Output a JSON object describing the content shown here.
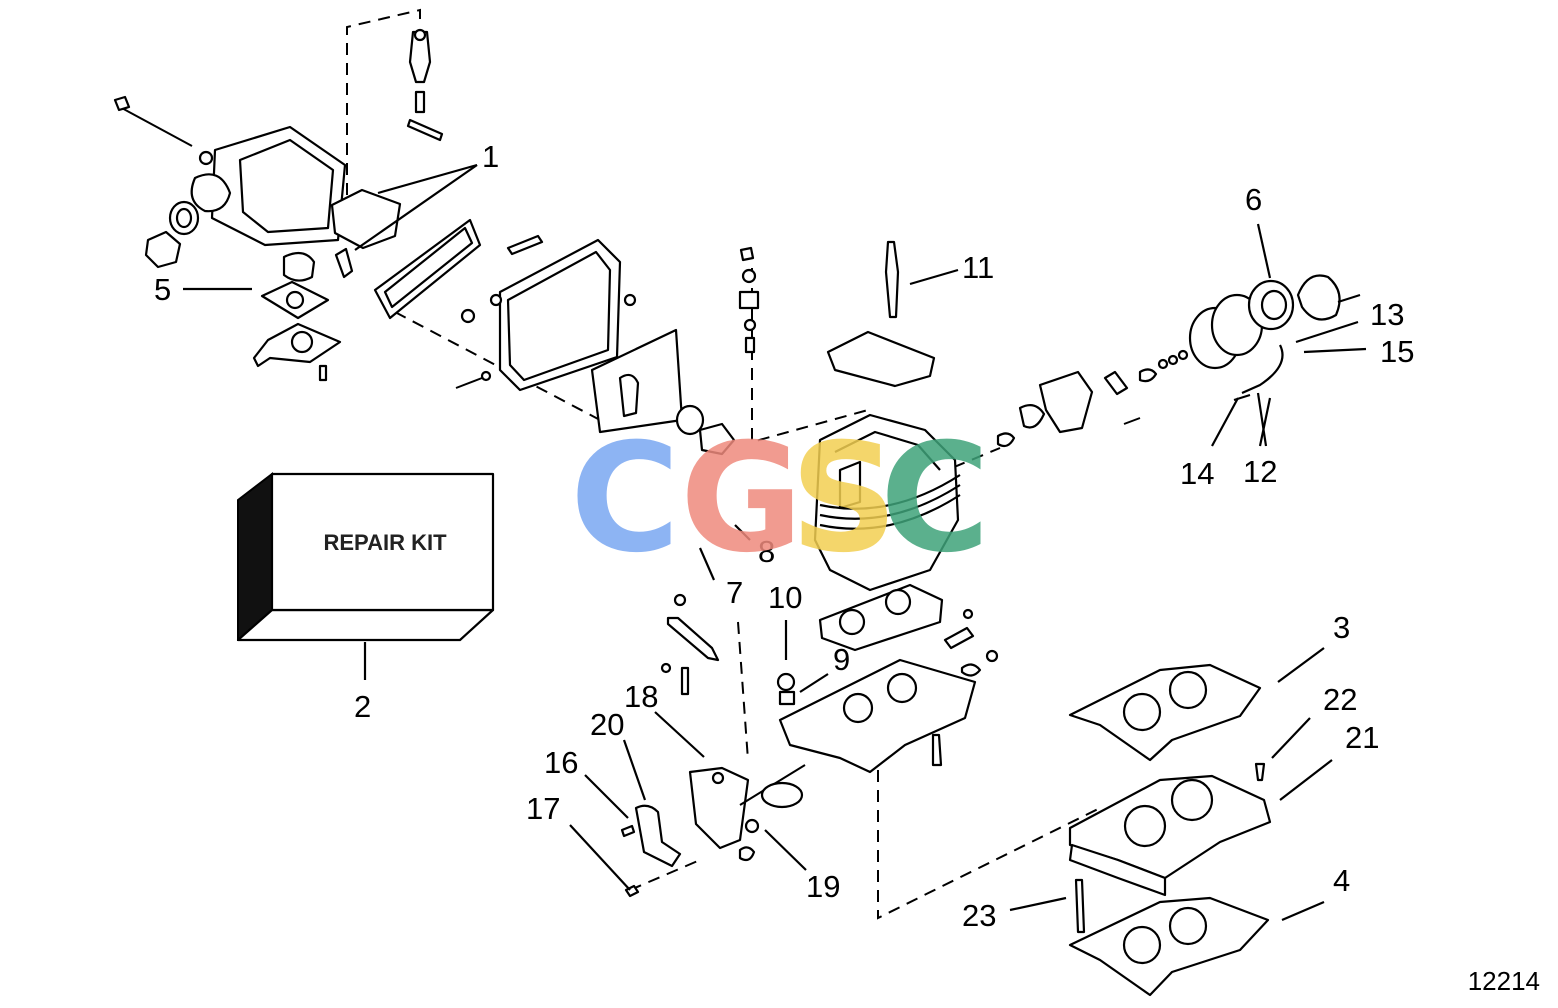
{
  "figure_number": "12214",
  "repair_kit_label": "REPAIR KIT",
  "watermark": {
    "letters": [
      "C",
      "G",
      "S",
      "C"
    ],
    "colors": [
      "#7aa7f2",
      "#ef8a7d",
      "#f3cf52",
      "#3fa37a"
    ]
  },
  "callouts": [
    "1",
    "2",
    "3",
    "4",
    "5",
    "6",
    "7",
    "8",
    "9",
    "10",
    "11",
    "12",
    "13",
    "14",
    "15",
    "16",
    "17",
    "18",
    "19",
    "20",
    "21",
    "22",
    "23"
  ]
}
